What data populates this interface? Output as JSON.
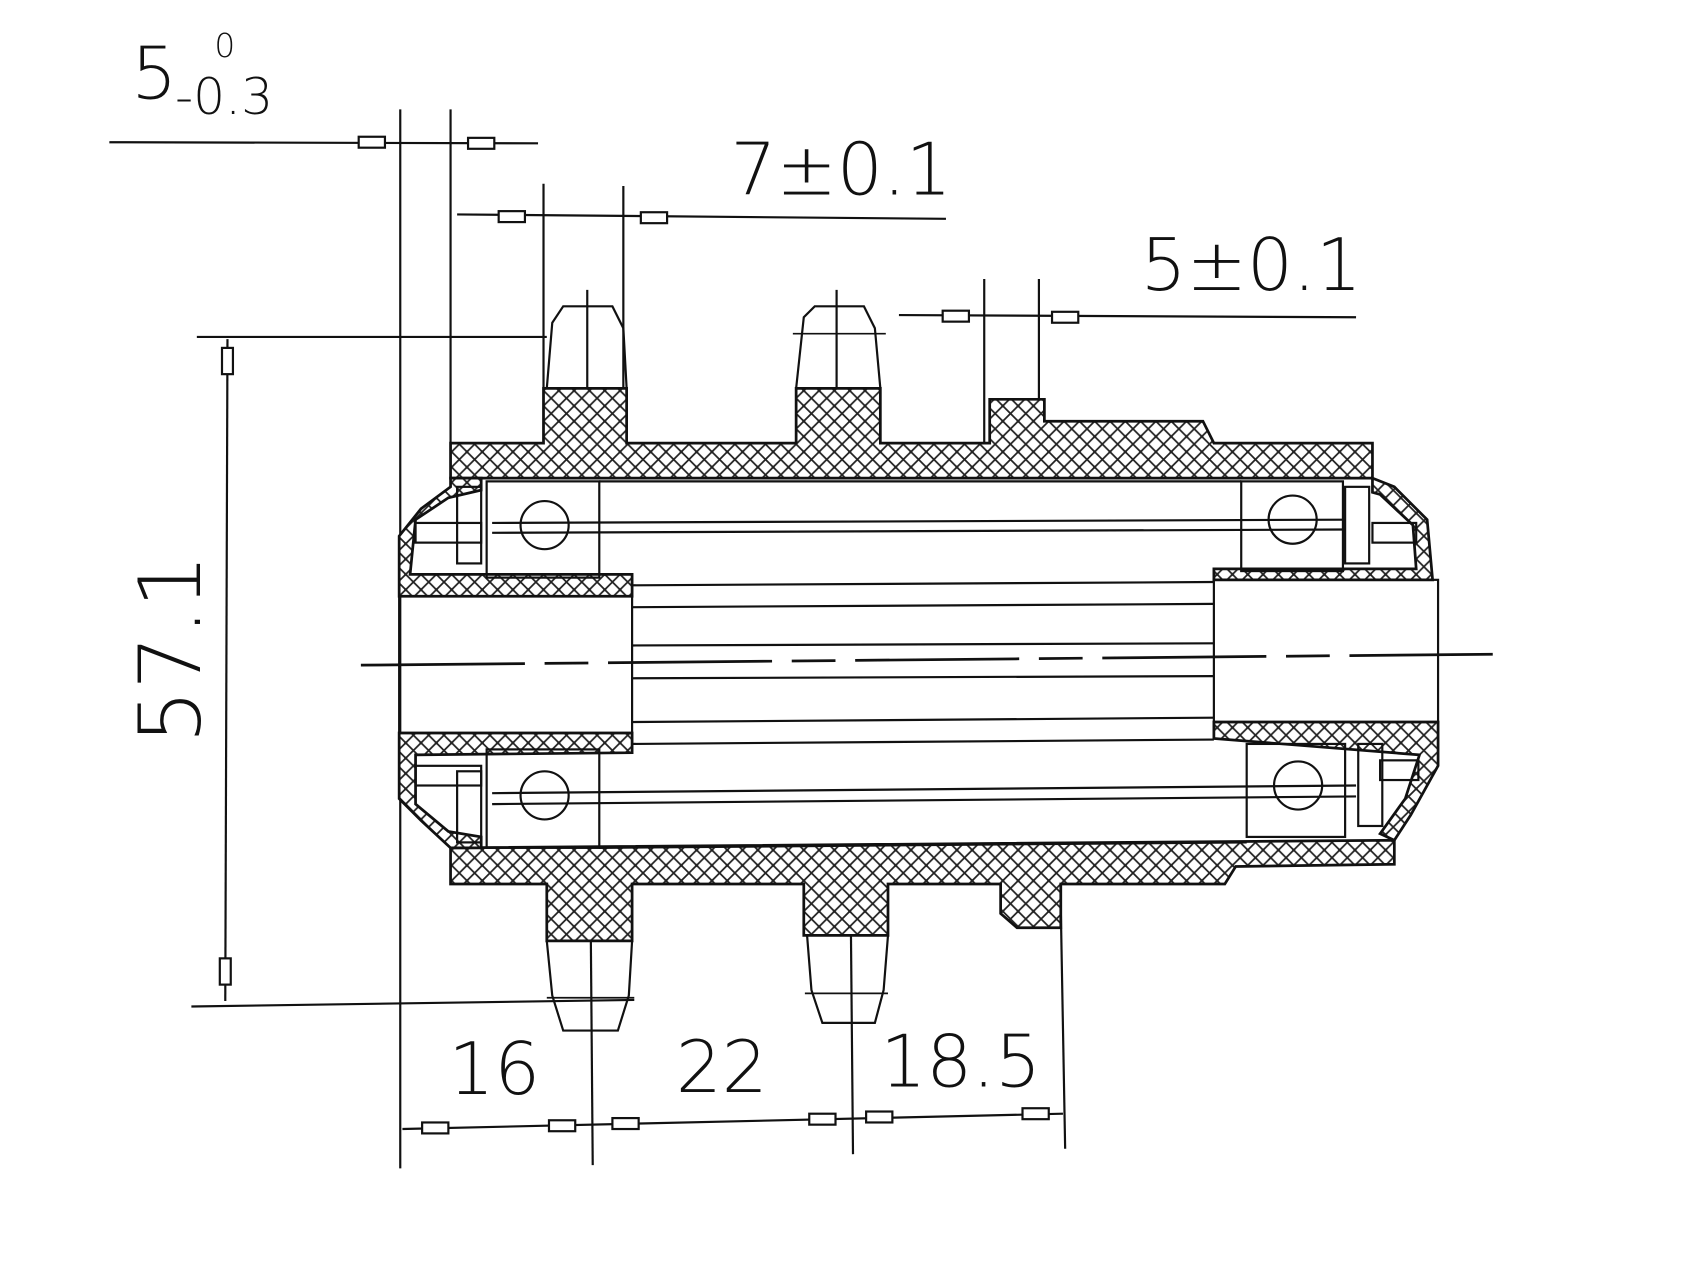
{
  "drawing": {
    "dimensions": {
      "groove_width": {
        "nominal": "5",
        "upper_tol": "0",
        "lower_tol": "-0.3"
      },
      "tooth_width": "7±0.1",
      "boss_width": "5±0.1",
      "tooth_diameter": "57.1",
      "span_1": "16",
      "span_2": "22",
      "span_3": "18.5"
    },
    "colors": {
      "line": "#111111",
      "background": "#ffffff"
    }
  }
}
